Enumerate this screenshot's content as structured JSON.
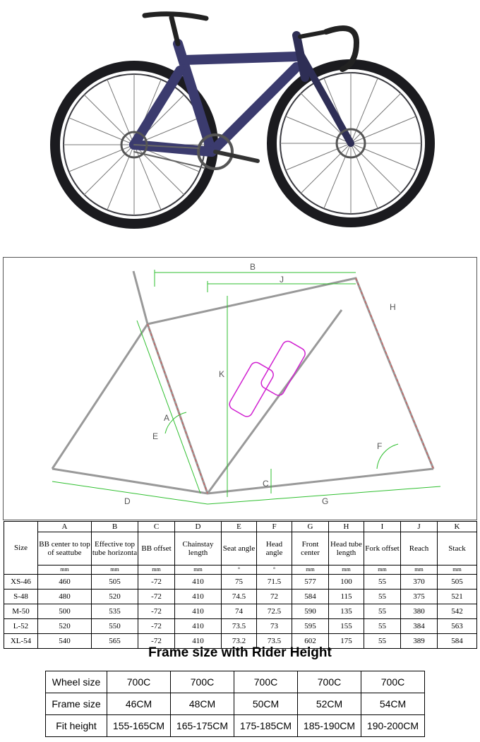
{
  "diagram_labels": [
    "A",
    "B",
    "C",
    "D",
    "E",
    "F",
    "G",
    "H",
    "J",
    "K"
  ],
  "geometry": {
    "letters": [
      "A",
      "B",
      "C",
      "D",
      "E",
      "F",
      "G",
      "H",
      "I",
      "J",
      "K"
    ],
    "size_header": "Size",
    "names": [
      "BB center to top of seattube",
      "Effective top tube horizonta",
      "BB offset",
      "Chainstay length",
      "Seat angle",
      "Head angle",
      "Front center",
      "Head tube length",
      "Fork offset",
      "Reach",
      "Stack"
    ],
    "units": [
      "mm",
      "mm",
      "mm",
      "mm",
      "°",
      "°",
      "mm",
      "mm",
      "mm",
      "mm",
      "mm"
    ],
    "rows": [
      {
        "size": "XS-46",
        "values": [
          "460",
          "505",
          "-72",
          "410",
          "75",
          "71.5",
          "577",
          "100",
          "55",
          "370",
          "505"
        ]
      },
      {
        "size": "S-48",
        "values": [
          "480",
          "520",
          "-72",
          "410",
          "74.5",
          "72",
          "584",
          "115",
          "55",
          "375",
          "521"
        ]
      },
      {
        "size": "M-50",
        "values": [
          "500",
          "535",
          "-72",
          "410",
          "74",
          "72.5",
          "590",
          "135",
          "55",
          "380",
          "542"
        ]
      },
      {
        "size": "L-52",
        "values": [
          "520",
          "550",
          "-72",
          "410",
          "73.5",
          "73",
          "595",
          "155",
          "55",
          "384",
          "563"
        ]
      },
      {
        "size": "XL-54",
        "values": [
          "540",
          "565",
          "-72",
          "410",
          "73.2",
          "73.5",
          "602",
          "175",
          "55",
          "389",
          "584"
        ]
      }
    ]
  },
  "fit_title": "Frame size with Rider Height",
  "fit_table": {
    "wheel_label": "Wheel size",
    "wheel": [
      "700C",
      "700C",
      "700C",
      "700C",
      "700C"
    ],
    "frame_label": "Frame size",
    "frame": [
      "46CM",
      "48CM",
      "50CM",
      "52CM",
      "54CM"
    ],
    "height_label": "Fit height",
    "height": [
      "155-165CM",
      "165-175CM",
      "175-185CM",
      "185-190CM",
      "190-200CM"
    ]
  }
}
